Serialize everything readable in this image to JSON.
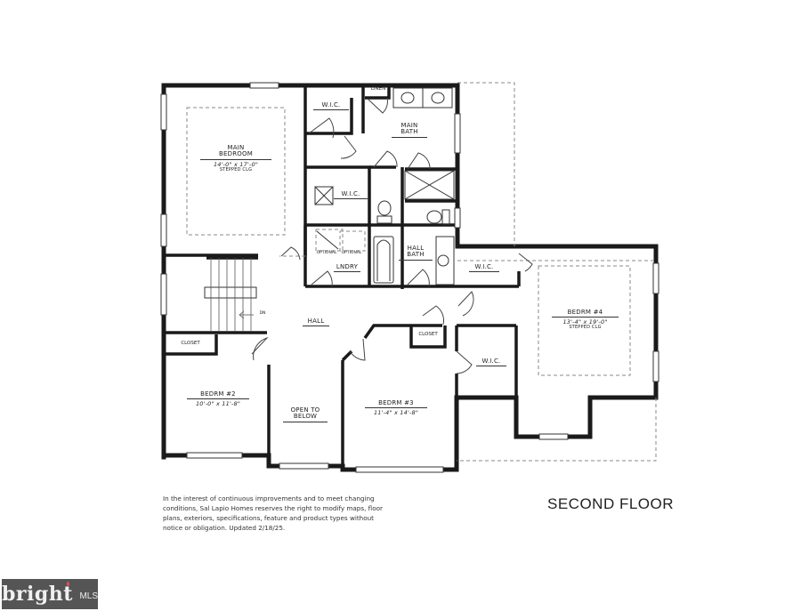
{
  "plan": {
    "title": "SECOND FLOOR",
    "rooms": {
      "main_bedroom": {
        "name": "MAIN BEDROOM",
        "line1": "MAIN",
        "line2": "BEDROOM",
        "dims": "14'-0\" x 17'-0\"",
        "note": "STEPPED CLG"
      },
      "wic_main_1": {
        "name": "W.I.C."
      },
      "linen": {
        "name": "LINEN"
      },
      "main_bath": {
        "line1": "MAIN",
        "line2": "BATH"
      },
      "wic_main_2": {
        "name": "W.I.C."
      },
      "optional_1": {
        "name": "OPTIONAL"
      },
      "optional_2": {
        "name": "OPTIONAL"
      },
      "laundry": {
        "name": "LNDRY"
      },
      "hall_bath": {
        "line1": "HALL",
        "line2": "BATH"
      },
      "wic_bedrm4_top": {
        "name": "W.I.C."
      },
      "bedrm4": {
        "name": "BEDRM #4",
        "dims": "13'-4\" x 19'-0\"",
        "note": "STEPPED CLG"
      },
      "hall": {
        "name": "HALL"
      },
      "stair_dn": {
        "name": "DN"
      },
      "closet_bedrm2": {
        "name": "CLOSET"
      },
      "closet_bedrm3": {
        "name": "CLOSET"
      },
      "wic_bedrm3": {
        "name": "W.I.C."
      },
      "bedrm2": {
        "name": "BEDRM #2",
        "dims": "10'-0\" x 11'-8\""
      },
      "open_to_below": {
        "line1": "OPEN TO",
        "line2": "BELOW"
      },
      "bedrm3": {
        "name": "BEDRM #3",
        "dims": "11'-4\" x 14'-8\""
      }
    }
  },
  "disclaimer": "In the interest of continuous improvements and to meet changing conditions, Sal Lapio Homes reserves the right to modify maps, floor plans, exteriors, specifications, feature and product types without notice or obligation. Updated 2/18/25.",
  "watermark": {
    "brand": "bright",
    "suffix": "MLS"
  },
  "colors": {
    "wall": "#1a1a1a",
    "logo_bg": "#555555",
    "logo_dot": "#d9534f"
  }
}
